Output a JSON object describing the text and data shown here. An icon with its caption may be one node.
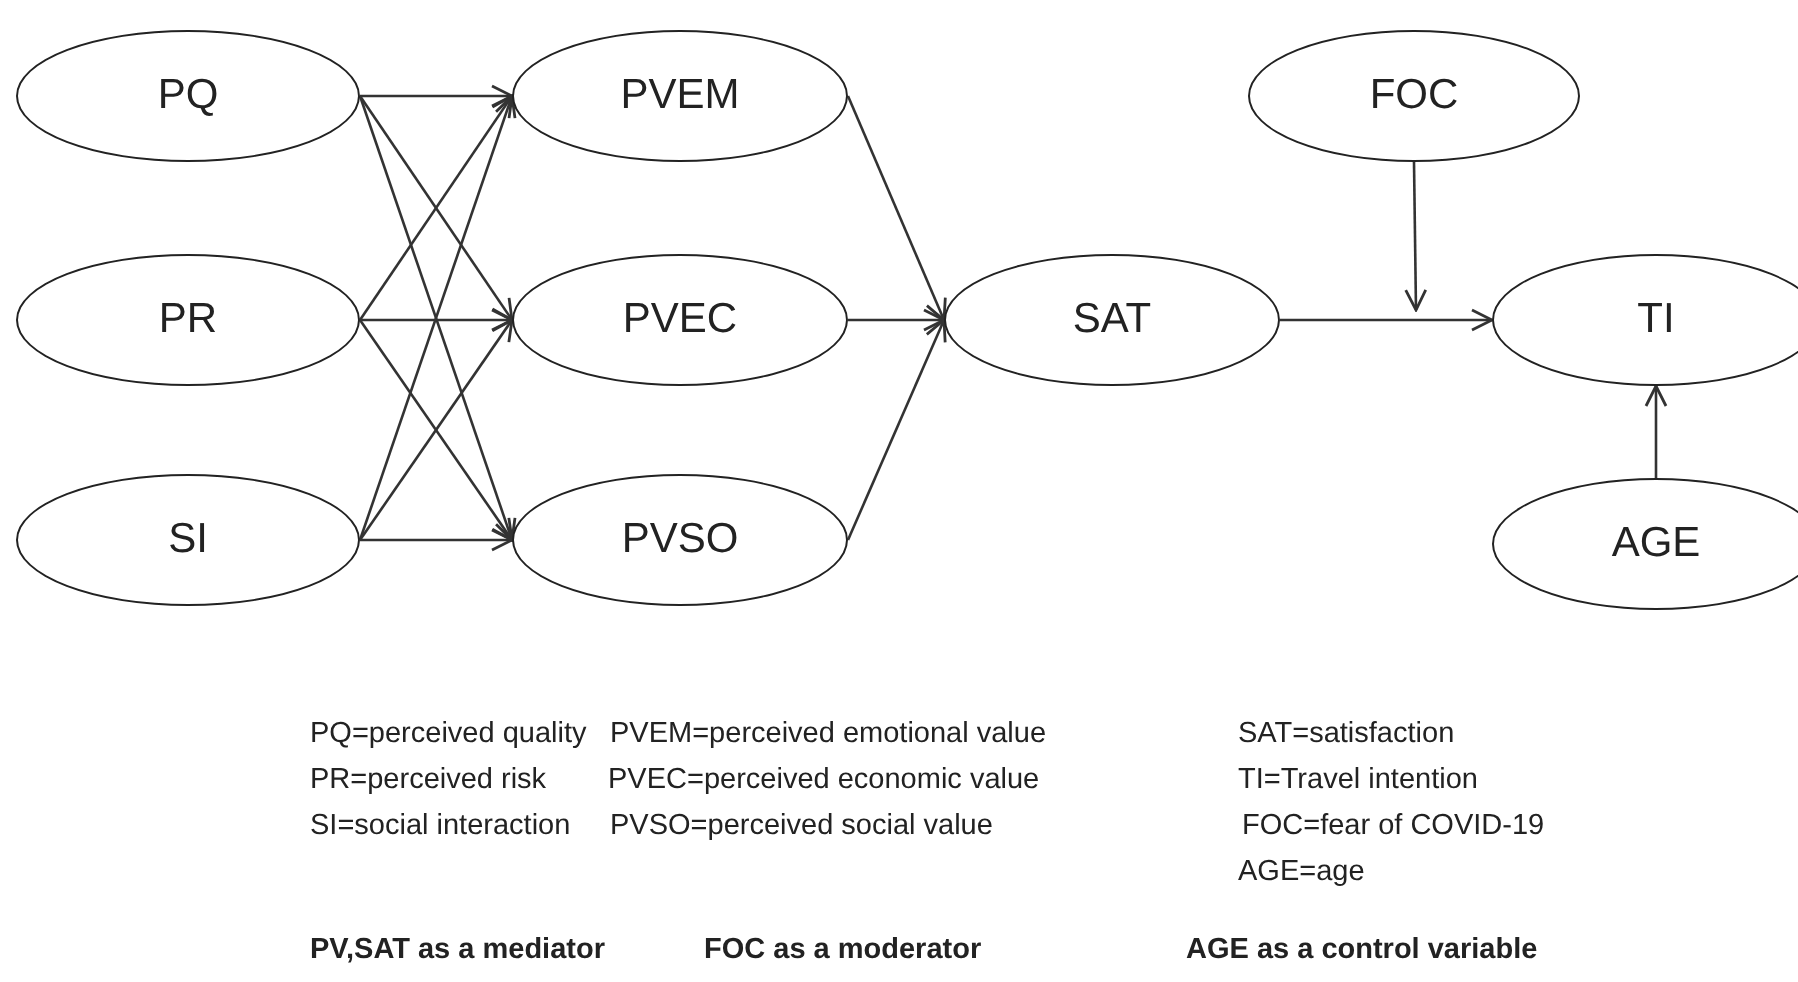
{
  "diagram": {
    "nodes": [
      {
        "text": [
          "PQ"
        ]
      },
      {
        "text": [
          "PR"
        ]
      },
      {
        "text": [
          "SI"
        ]
      },
      {
        "text": [
          "PVEM"
        ]
      },
      {
        "text": [
          "PVEC"
        ]
      },
      {
        "text": [
          "PVSO"
        ]
      },
      {
        "text": [
          "SAT"
        ]
      },
      {
        "text": [
          "FOC"
        ]
      },
      {
        "text": [
          "TI"
        ]
      },
      {
        "text": [
          "AGE"
        ]
      }
    ],
    "edges": [
      {
        "from": 0,
        "to": 3,
        "arrow": "to"
      },
      {
        "from": 0,
        "to": 4,
        "arrow": "to"
      },
      {
        "from": 0,
        "to": 5,
        "arrow": "to"
      },
      {
        "from": 1,
        "to": 3,
        "arrow": "to"
      },
      {
        "from": 1,
        "to": 4,
        "arrow": "to"
      },
      {
        "from": 1,
        "to": 5,
        "arrow": "to"
      },
      {
        "from": 2,
        "to": 3,
        "arrow": "to"
      },
      {
        "from": 2,
        "to": 4,
        "arrow": "to"
      },
      {
        "from": 2,
        "to": 5,
        "arrow": "to"
      },
      {
        "from": 3,
        "to": 6,
        "arrow": "to"
      },
      {
        "from": 4,
        "to": 6,
        "arrow": "to"
      },
      {
        "from": 5,
        "to": 6,
        "arrow": "to"
      },
      {
        "from": 6,
        "to": 8,
        "arrow": "to"
      },
      {
        "from": 7,
        "to": null,
        "arrow": "to"
      },
      {
        "from": 9,
        "to": 8,
        "arrow": "to"
      }
    ],
    "labels": [
      "PQ=perceived quality",
      "PVEM=perceived emotional value",
      "SAT=satisfaction",
      "PR=perceived risk",
      "PVEC=perceived economic value",
      "TI=Travel intention",
      "SI=social interaction",
      "PVSO=perceived social value",
      "FOC=fear of COVID-19",
      "AGE=age",
      "PV,SAT as a mediator",
      "FOC as a moderator",
      "AGE as a control variable"
    ]
  }
}
